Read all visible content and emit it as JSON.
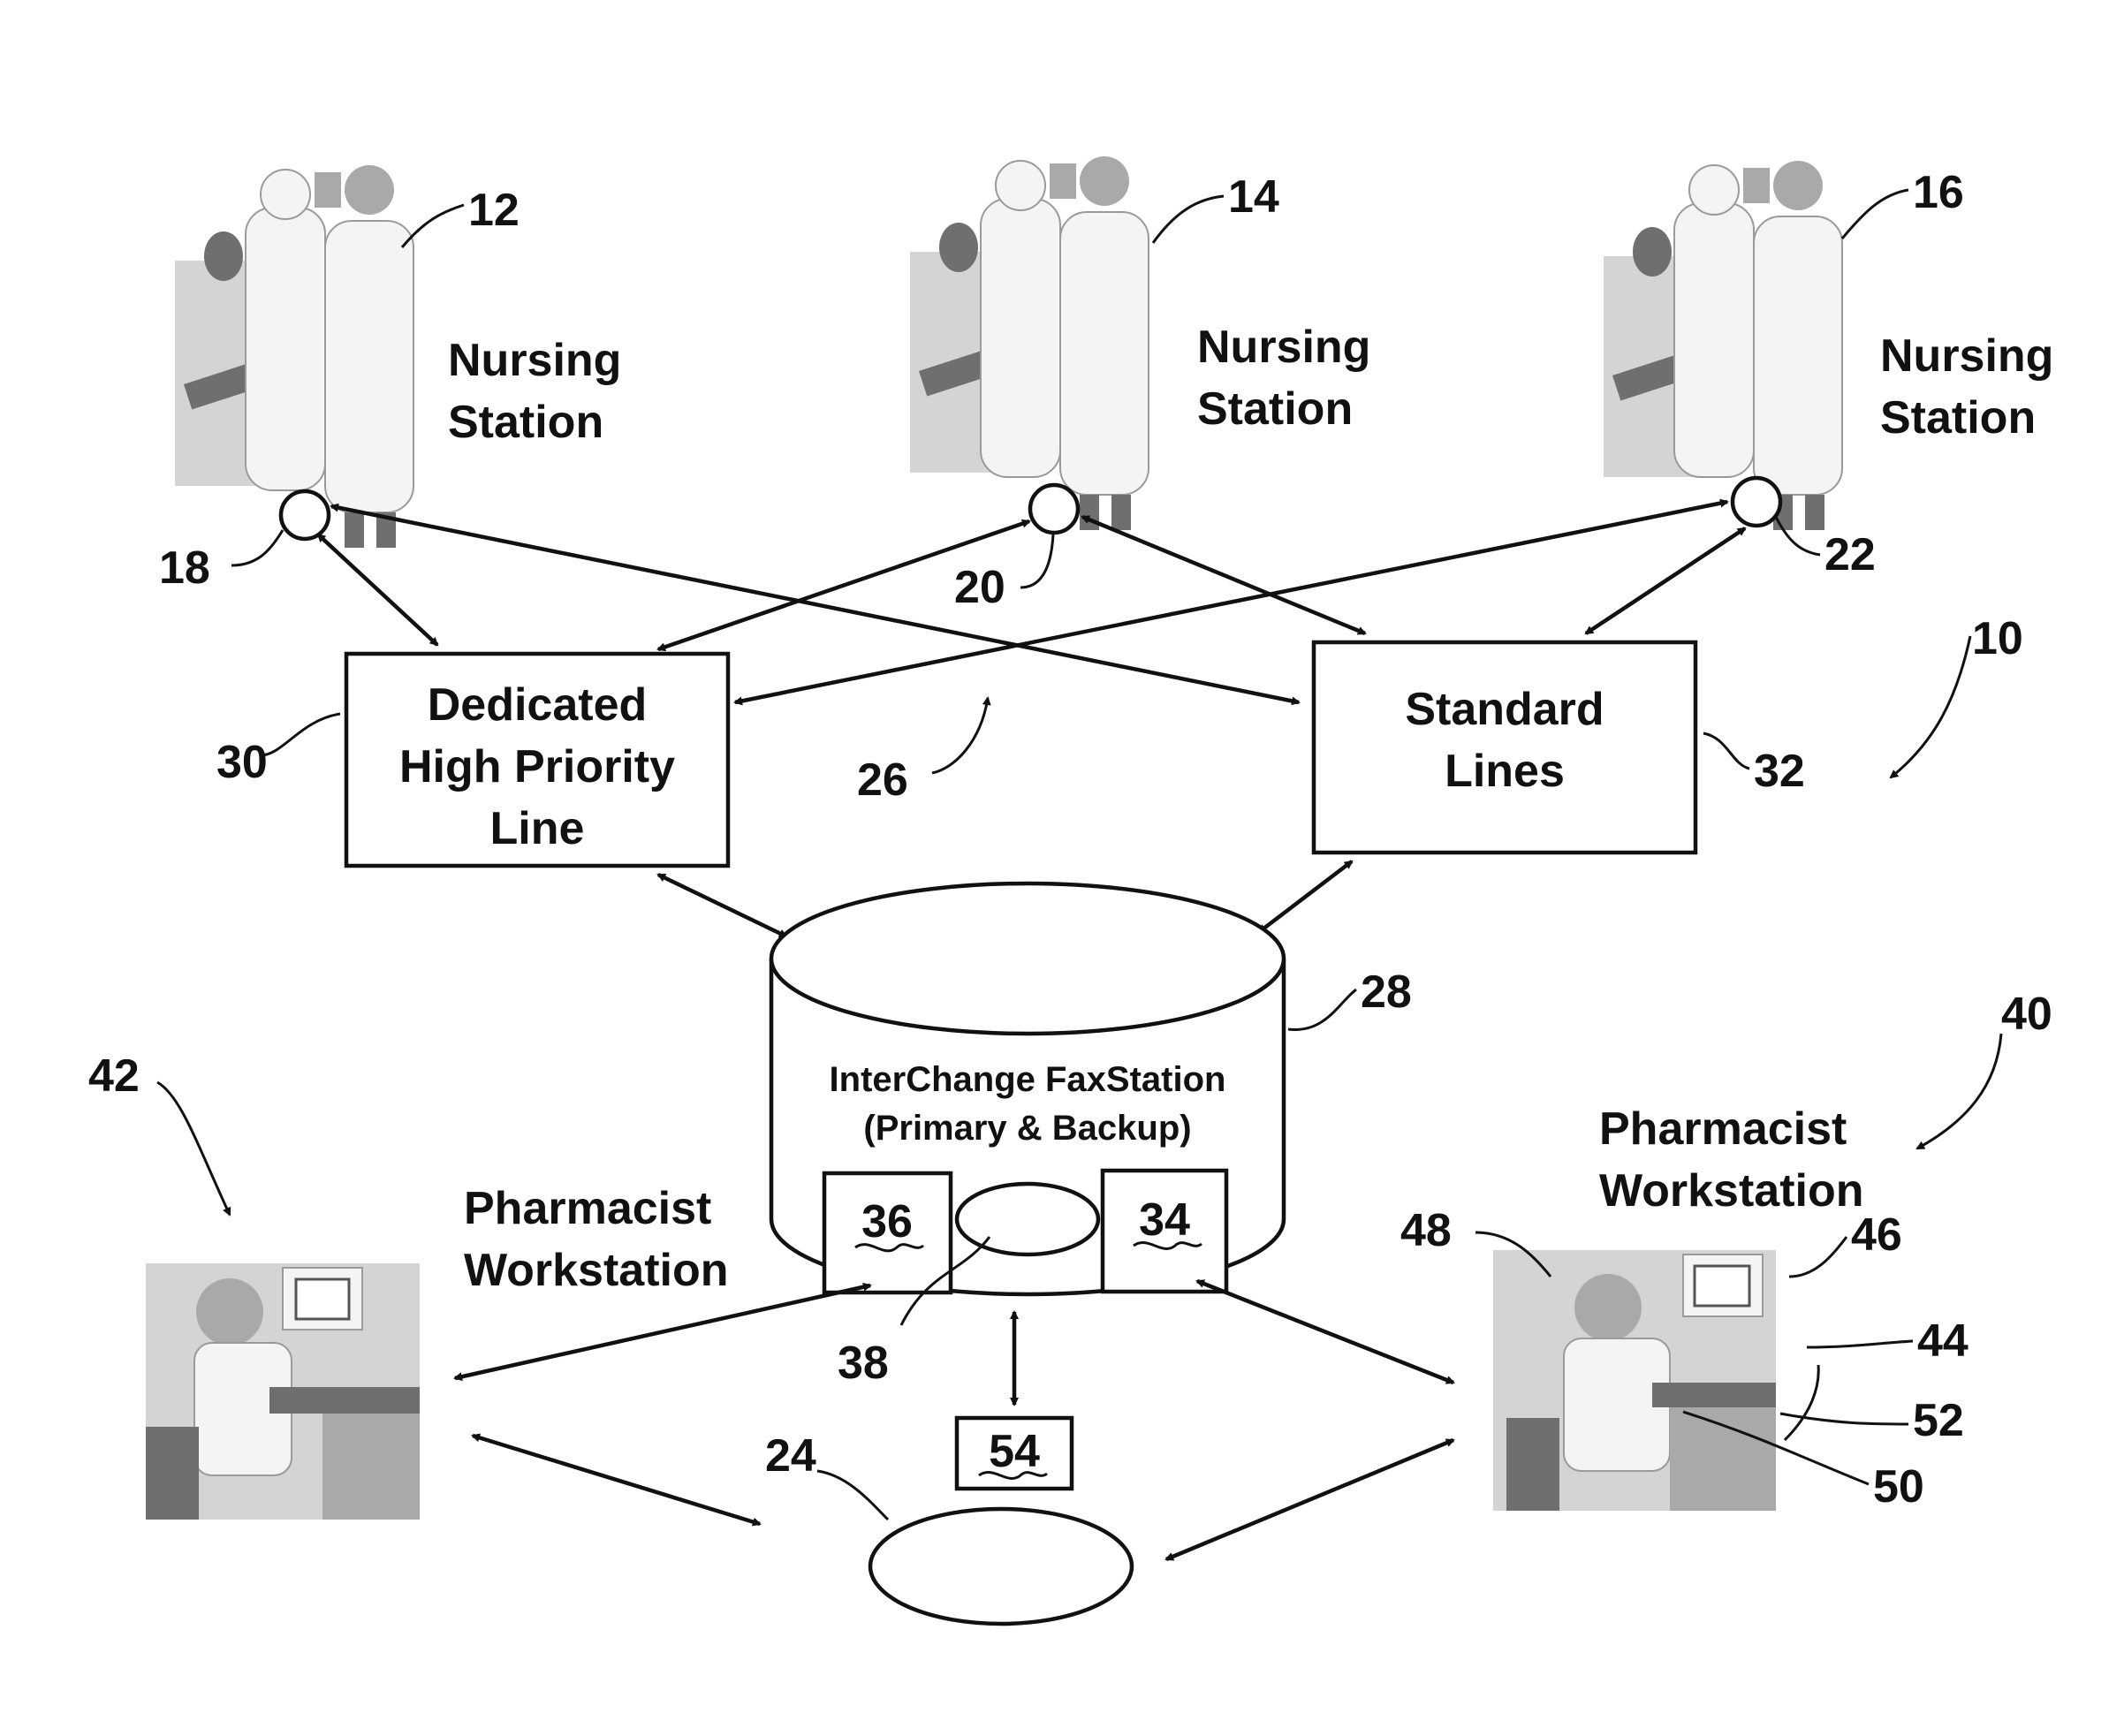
{
  "refs": {
    "r10": "10",
    "r12": "12",
    "r14": "14",
    "r16": "16",
    "r18": "18",
    "r20": "20",
    "r22": "22",
    "r24": "24",
    "r26": "26",
    "r28": "28",
    "r30": "30",
    "r32": "32",
    "r34": "34",
    "r36": "36",
    "r38": "38",
    "r40": "40",
    "r42": "42",
    "r44": "44",
    "r46": "46",
    "r48": "48",
    "r50": "50",
    "r52": "52",
    "r54": "54"
  },
  "nursing_stations": [
    {
      "line1": "Nursing",
      "line2": "Station"
    },
    {
      "line1": "Nursing",
      "line2": "Station"
    },
    {
      "line1": "Nursing",
      "line2": "Station"
    }
  ],
  "dedicated_box": {
    "line1": "Dedicated",
    "line2": "High Priority",
    "line3": "Line"
  },
  "standard_box": {
    "line1": "Standard",
    "line2": "Lines"
  },
  "faxstation": {
    "line1": "InterChange  FaxStation",
    "line2": "(Primary & Backup)"
  },
  "pharmacist_left": {
    "line1": "Pharmacist",
    "line2": "Workstation"
  },
  "pharmacist_right": {
    "line1": "Pharmacist",
    "line2": "Workstation"
  },
  "illustrations": [
    "nursing-staff-photo",
    "nursing-staff-photo",
    "nursing-staff-photo",
    "pharmacist-at-computer-photo",
    "pharmacist-at-computer-photo"
  ]
}
